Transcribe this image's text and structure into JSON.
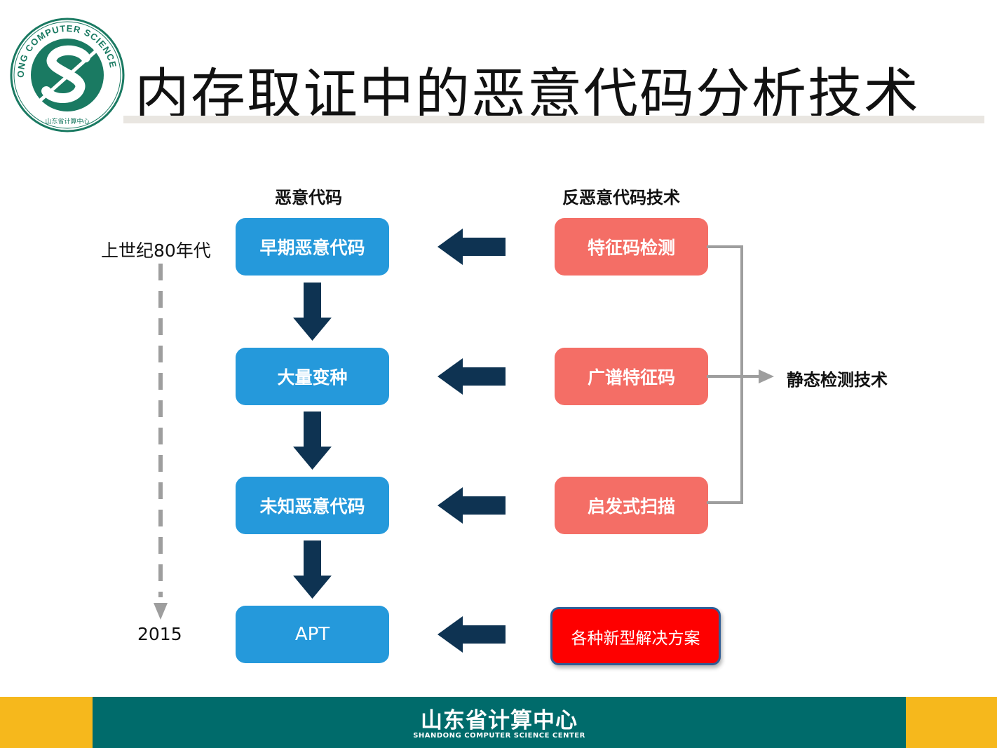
{
  "header": {
    "title": "内存取证中的恶意代码分析技术",
    "logo_ring_text": "SHANDONG COMPUTER SCIENCE CENTER",
    "logo_inner_text": "山东省计算中心"
  },
  "diagram": {
    "left_heading": "恶意代码",
    "right_heading": "反恶意代码技术",
    "timeline": {
      "start": "上世纪80年代",
      "end": "2015"
    },
    "malware_stages": [
      "早期恶意代码",
      "大量变种",
      "未知恶意代码",
      "APT"
    ],
    "countermeasures": [
      "特征码检测",
      "广谱特征码",
      "启发式扫描",
      "各种新型解决方案"
    ],
    "group_label": "静态检测技术"
  },
  "colors": {
    "malware_box": "#2599db",
    "countermeasure_box": "#f46e66",
    "new_solution_box": "#fe0000",
    "arrow": "#0e3352",
    "connector": "#9e9e9e",
    "footer_band": "#006b6b",
    "footer_accent": "#f6b81c"
  },
  "footer": {
    "org_cn": "山东省计算中心",
    "org_en": "SHANDONG COMPUTER SCIENCE CENTER"
  }
}
